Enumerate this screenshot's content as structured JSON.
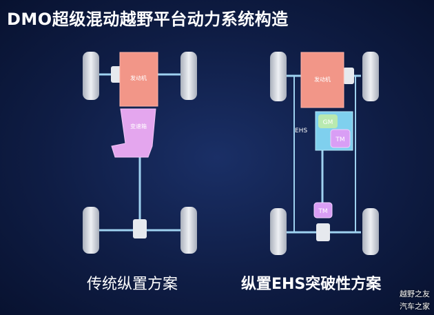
{
  "title": "DMO超级混动越野平台动力系统构造",
  "left": {
    "engine": "发动机",
    "transmission": "变速箱",
    "caption": "传统纵置方案"
  },
  "right": {
    "engine": "发动机",
    "ehs": "EHS",
    "gm": "GM",
    "tm_front": "TM",
    "tm_rear": "TM",
    "caption": "纵置EHS突破性方案"
  },
  "watermark": {
    "line1": "越野之友",
    "line2": "汽车之家"
  },
  "colors": {
    "background": "#0f1d45",
    "engine": "#f29688",
    "transmission": "#e4a6ee",
    "ehs_box": "#7fd0ee",
    "gm": "#b9eab0",
    "tm": "#d99ef5",
    "shaft": "#9fd2f0",
    "wheel": "#d2d6de"
  }
}
